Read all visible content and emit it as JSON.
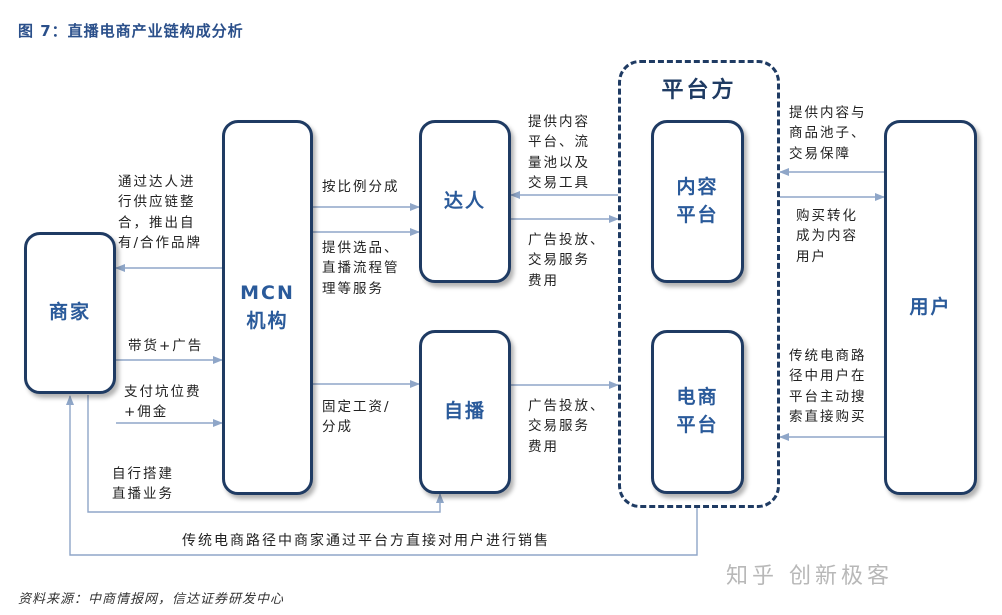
{
  "title": "图 7：直播电商产业链构成分析",
  "nodes": {
    "merchant": "商家",
    "mcn_line1": "MCN",
    "mcn_line2": "机构",
    "influencer": "达人",
    "self_broadcast": "自播",
    "platform_side": "平台方",
    "content_platform_line1": "内容",
    "content_platform_line2": "平台",
    "ecommerce_platform_line1": "电商",
    "ecommerce_platform_line2": "平台",
    "user": "用户"
  },
  "edge_labels": {
    "mcn_to_merchant": "通过达人进\n行供应链整\n合，推出自\n有/合作品牌",
    "merchant_to_mcn_goods": "带货+广告",
    "merchant_to_mcn_fees": "支付坑位费\n+佣金",
    "merchant_self_build": "自行搭建\n直播业务",
    "mcn_to_influencer_share": "按比例分成",
    "mcn_to_influencer_service": "提供选品、\n直播流程管\n理等服务",
    "mcn_to_self_salary": "固定工资/\n分成",
    "platform_to_influencer": "提供内容\n平台、流\n量池以及\n交易工具",
    "influencer_to_platform": "广告投放、\n交易服务\n费用",
    "self_to_platform": "广告投放、\n交易服务\n费用",
    "platform_to_user": "提供内容与\n商品池子、\n交易保障",
    "user_to_platform_convert": "购买转化\n成为内容\n用户",
    "user_to_platform_search": "传统电商路\n径中用户在\n平台主动搜\n索直接购买",
    "traditional_path": "传统电商路径中商家通过平台方直接对用户进行销售"
  },
  "source": "资料来源：中商情报网，信达证券研发中心",
  "watermark": "知乎 创新极客",
  "colors": {
    "box_border": "#1f3b63",
    "box_text": "#2a5a9a",
    "arrow": "#8fa6c8",
    "title": "#2a4f8a"
  }
}
